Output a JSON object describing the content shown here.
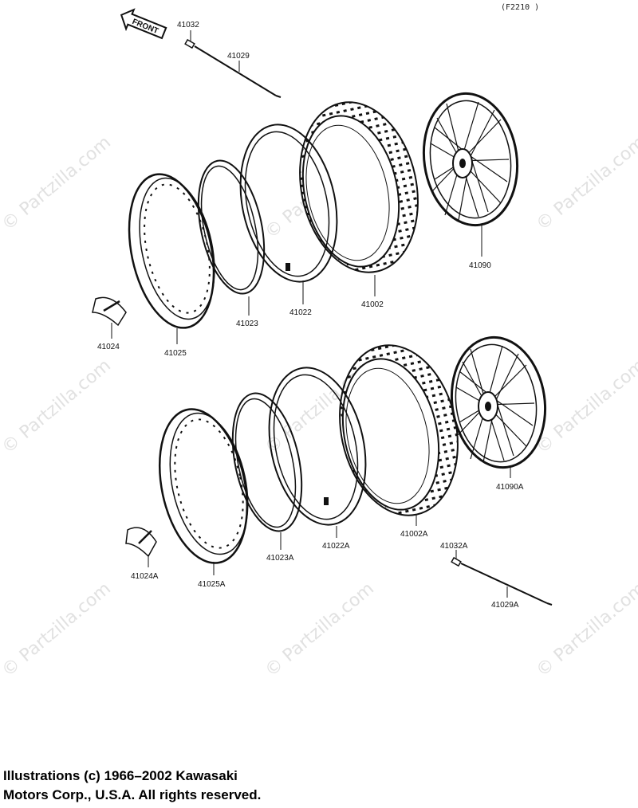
{
  "diagram": {
    "figure_code": "(F2210 )",
    "front_tag": "FRONT",
    "watermark": "© Partzilla.com",
    "callouts": {
      "c41032": "41032",
      "c41029": "41029",
      "c41090": "41090",
      "c41002": "41002",
      "c41022": "41022",
      "c41023": "41023",
      "c41024": "41024",
      "c41025": "41025",
      "c41090A": "41090A",
      "c41002A": "41002A",
      "c41022A": "41022A",
      "c41023A": "41023A",
      "c41024A": "41024A",
      "c41025A": "41025A",
      "c41032A": "41032A",
      "c41029A": "41029A"
    },
    "credit_line1": "Illustrations (c) 1966–2002 Kawasaki",
    "credit_line2": "Motors Corp., U.S.A.  All rights reserved."
  }
}
